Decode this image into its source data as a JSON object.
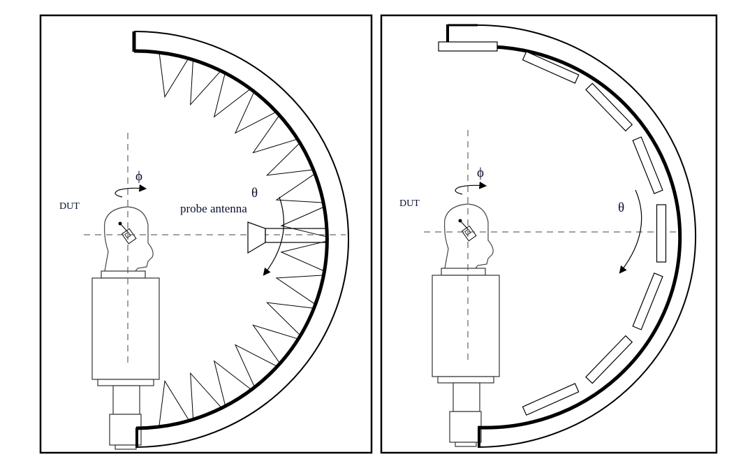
{
  "left_panel": {
    "dut_label": "DUT",
    "phi_label": "ϕ",
    "theta_label": "θ",
    "probe_label": "probe antenna",
    "absorber_cone_count": 16
  },
  "right_panel": {
    "dut_label": "DUT",
    "phi_label": "ϕ",
    "theta_label": "θ",
    "probe_plate_count": 7
  }
}
